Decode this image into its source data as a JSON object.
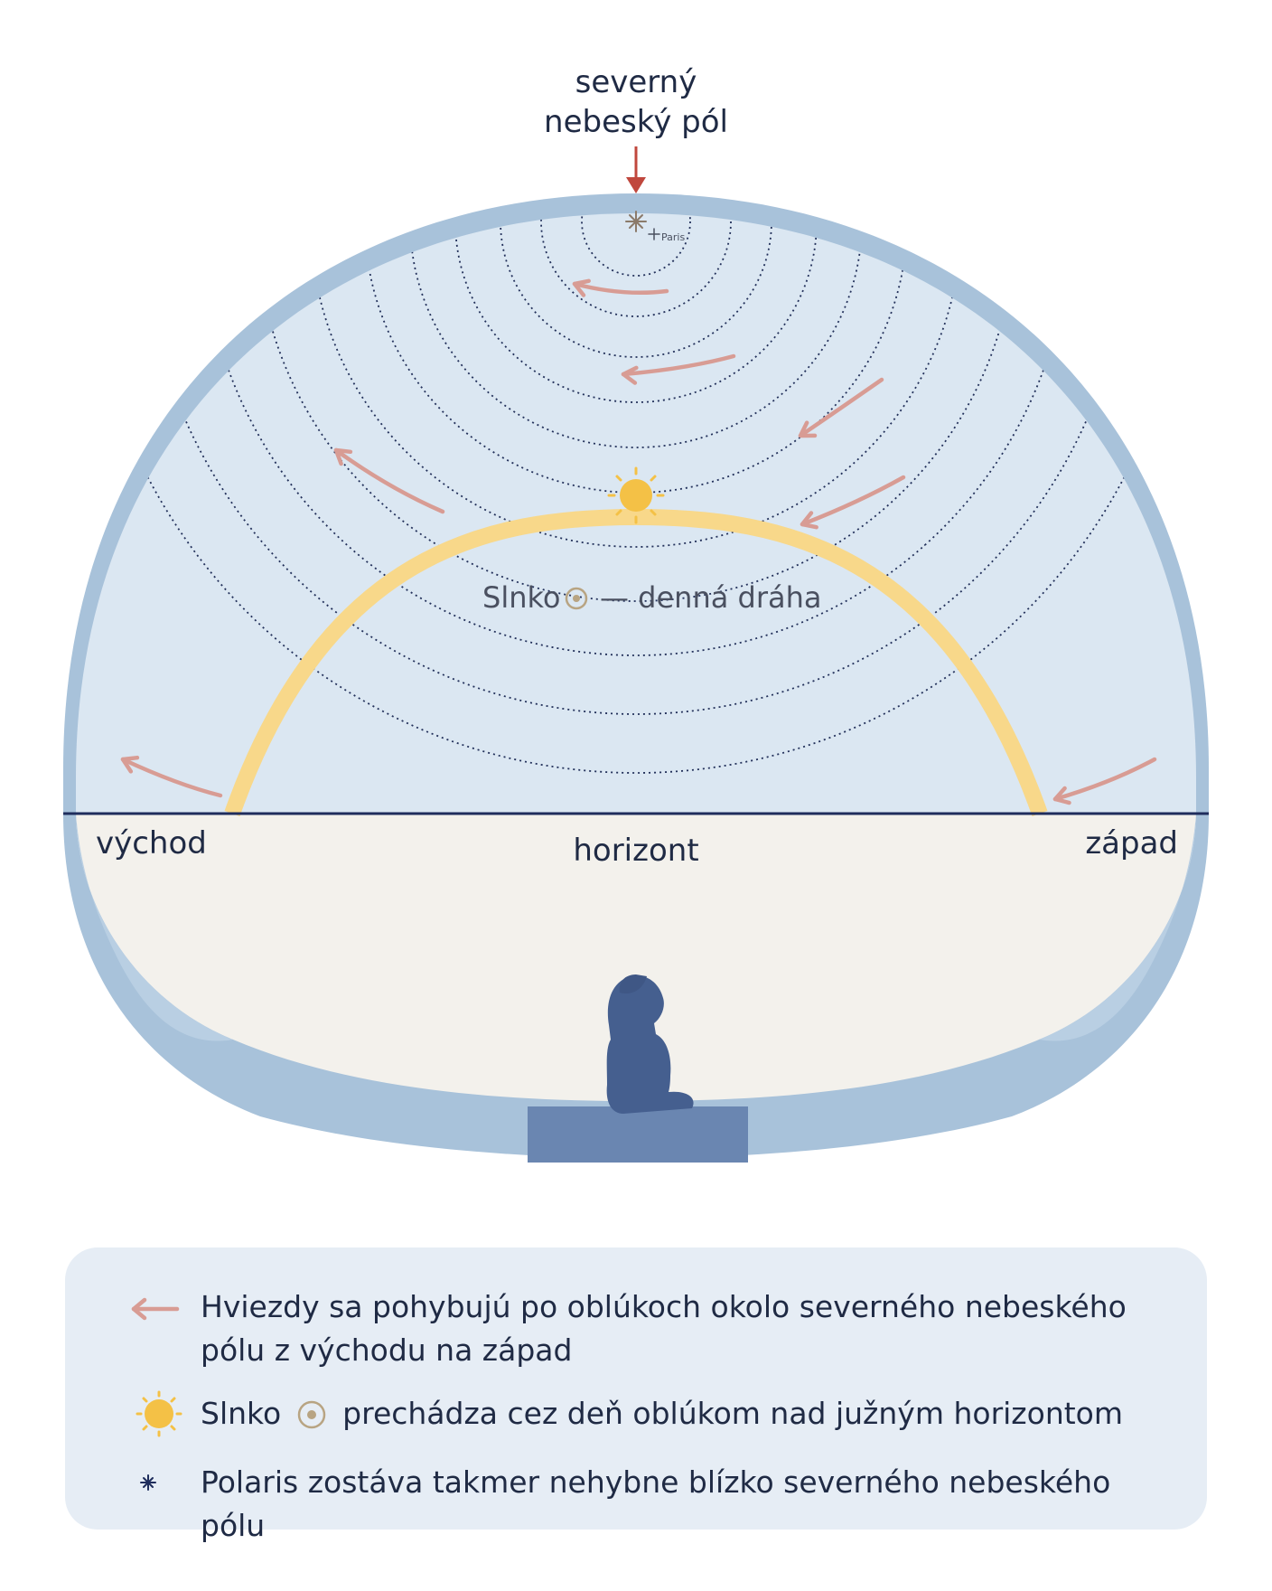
{
  "diagram": {
    "pole_label_line1": "severný",
    "pole_label_line2": "nebeský pól",
    "polaris_label": "Paris",
    "sun_path_label_prefix": "Slnko",
    "sun_path_label_suffix": "— denná dráha",
    "east_label": "východ",
    "west_label": "západ",
    "horizon_label": "horizont"
  },
  "legend": {
    "stars_text": "Hviezdy sa pohybujú po oblúkoch okolo severného nebeského pólu z východu na západ",
    "sun_text_prefix": "Slnko",
    "sun_text_suffix": "prechádza cez deň oblúkom nad južným horizontom",
    "polaris_text": "Polaris zostáva takmer nehybne blízko severného nebeského pólu"
  },
  "colors": {
    "dome_outer": "#a8c2da",
    "sky": "#dbe7f2",
    "ground": "#f3f1ec",
    "horizon_line": "#1f2d5c",
    "sun_path": "#f8d88a",
    "sun": "#f4c146",
    "arrow": "#d89c94",
    "pole_arrow": "#c0473d",
    "person": "#455f8f",
    "bench": "#6a86b1",
    "legend_bg": "#e6edf5"
  },
  "icons": [
    "arrow-left-icon",
    "sun-icon",
    "sun-symbol-icon",
    "star-icon",
    "person-icon"
  ]
}
